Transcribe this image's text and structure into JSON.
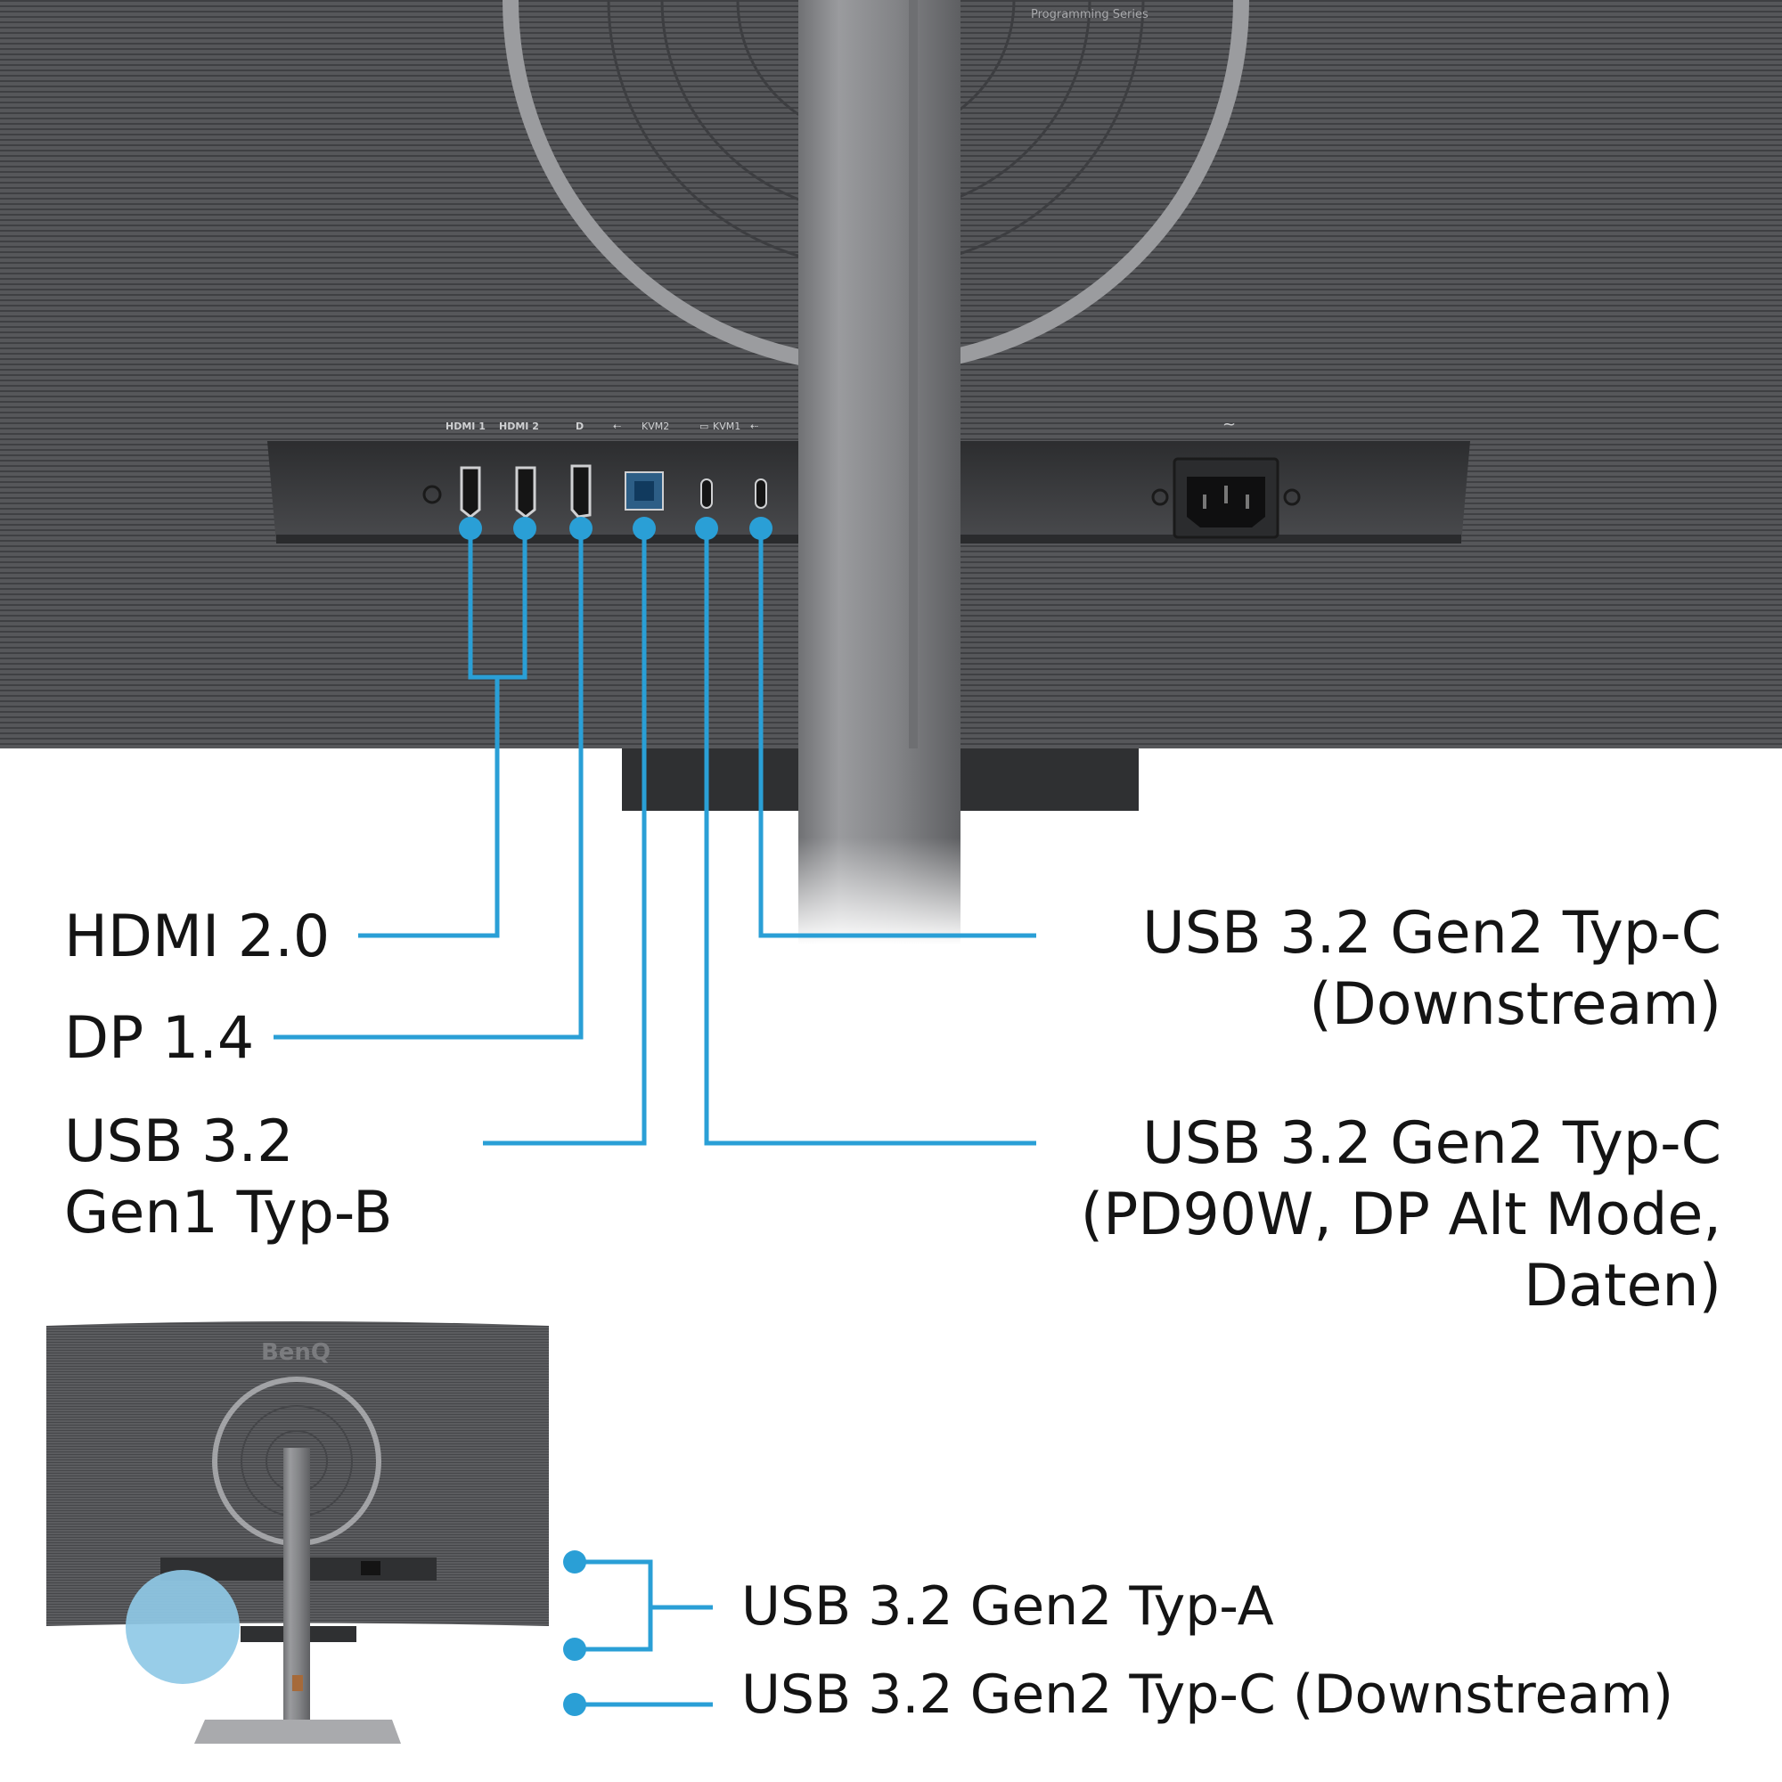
{
  "monitor": {
    "series_text": "Programming Series",
    "brand": "BenQ",
    "port_icon_labels": {
      "hdmi1": "HDMI 1",
      "hdmi2": "HDMI 2",
      "dp": "D",
      "kvm2": "KVM2",
      "kvm1": "KVM1",
      "power": "~"
    }
  },
  "labels": {
    "hdmi": "HDMI 2.0",
    "dp": "DP 1.4",
    "usb_b_line1": "USB 3.2",
    "usb_b_line2": "Gen1 Typ-B",
    "usbc_down_line1": "USB 3.2 Gen2 Typ-C",
    "usbc_down_line2": "(Downstream)",
    "usbc_pd_line1": "USB 3.2 Gen2 Typ-C",
    "usbc_pd_line2": "(PD90W, DP Alt Mode,",
    "usbc_pd_line3": "Daten)",
    "side_usba": "USB 3.2 Gen2 Typ-A",
    "side_usbc": "USB 3.2 Gen2 Typ-C (Downstream)"
  },
  "colors": {
    "accent": "#2a9fd6",
    "monitor_dark": "#4a4b4d",
    "monitor_mid": "#6b6c6e",
    "stand": "#8d8e90",
    "text": "#141414",
    "highlight_circle": "#8fc9e6"
  }
}
